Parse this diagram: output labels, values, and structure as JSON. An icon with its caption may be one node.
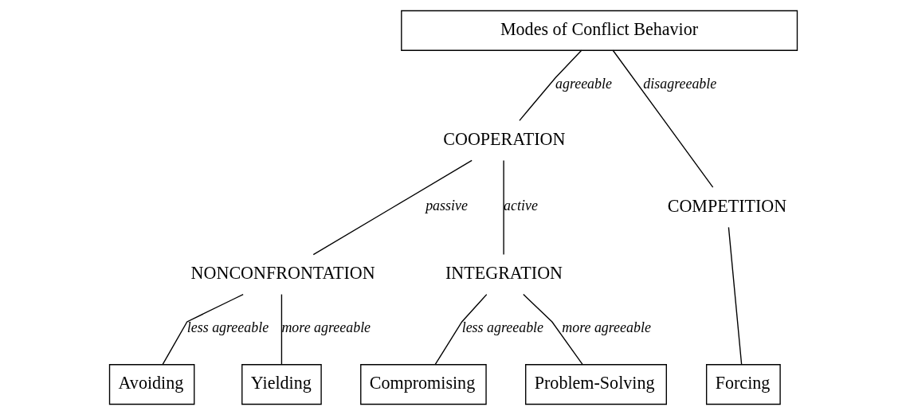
{
  "diagram": {
    "nodes": [
      {
        "text": [
          "Modes of Conflict Behavior"
        ]
      },
      {
        "text": [
          "COOPERATION"
        ]
      },
      {
        "text": [
          "COMPETITION"
        ]
      },
      {
        "text": [
          "NONCONFRONTATION"
        ]
      },
      {
        "text": [
          "INTEGRATION"
        ]
      },
      {
        "text": [
          "Avoiding"
        ]
      },
      {
        "text": [
          "Yielding"
        ]
      },
      {
        "text": [
          "Compromising"
        ]
      },
      {
        "text": [
          "Problem-Solving"
        ]
      },
      {
        "text": [
          "Forcing"
        ]
      }
    ],
    "edges": [
      {
        "from": 0,
        "to": 1,
        "arrow": "none",
        "label": "agreeable"
      },
      {
        "from": 0,
        "to": 2,
        "arrow": "none",
        "label": "disagreeable"
      },
      {
        "from": 1,
        "to": 3,
        "arrow": "none",
        "label": "passive"
      },
      {
        "from": 1,
        "to": 4,
        "arrow": "none",
        "label": "active"
      },
      {
        "from": 3,
        "to": 5,
        "arrow": "none",
        "label": "less agreeable"
      },
      {
        "from": 3,
        "to": 6,
        "arrow": "none",
        "label": "more agreeable"
      },
      {
        "from": 4,
        "to": 7,
        "arrow": "none",
        "label": "less agreeable"
      },
      {
        "from": 4,
        "to": 8,
        "arrow": "none",
        "label": "more agreeable"
      },
      {
        "from": 2,
        "to": 9,
        "arrow": "none"
      }
    ]
  }
}
